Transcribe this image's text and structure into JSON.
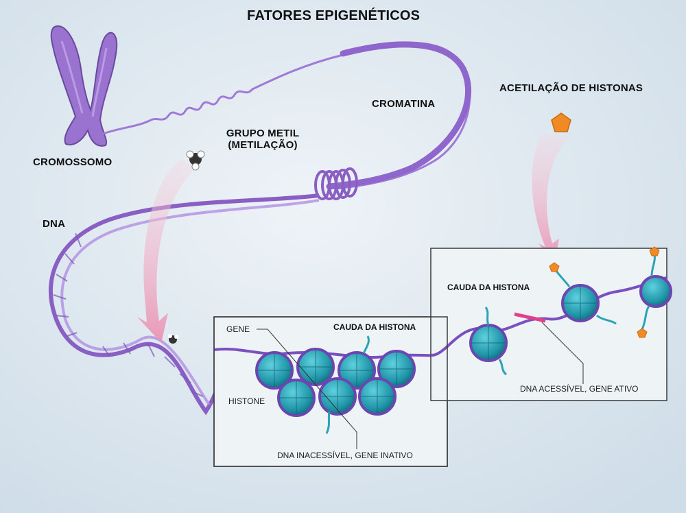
{
  "title": "FATORES EPIGENÉTICOS",
  "labels": {
    "chromosome": "CROMOSSOMO",
    "chromatin": "CROMATINA",
    "methyl_group_line1": "GRUPO METIL",
    "methyl_group_line2": "(METILAÇÃO)",
    "dna": "DNA",
    "histone_acetylation": "ACETILAÇÃO DE HISTONAS"
  },
  "panel_inactive": {
    "gene": "GENE",
    "histone_tail": "CAUDA DA HISTONA",
    "histone": "HISTONE",
    "caption": "DNA INACESSÍVEL, GENE INATIVO"
  },
  "panel_active": {
    "histone_tail": "CAUDA DA HISTONA",
    "caption": "DNA ACESSÍVEL, GENE ATIVO"
  },
  "colors": {
    "background": "#d6e3ec",
    "dna_purple": "#8a5fc4",
    "histone_teal": "#2aa3b5",
    "acetyl_orange": "#f08a24",
    "gene_pink": "#e0428a",
    "arrow_pink": "#f2b6c8"
  }
}
